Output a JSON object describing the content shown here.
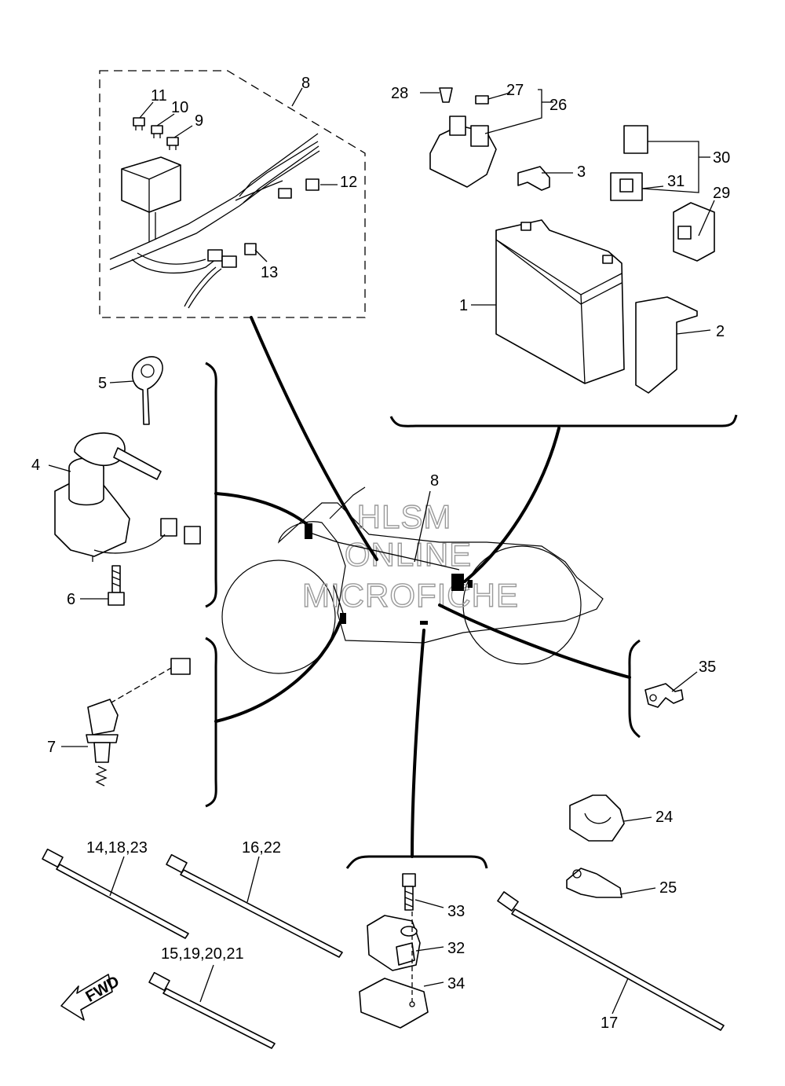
{
  "diagram": {
    "watermark": [
      "HLSM",
      "ONLINE",
      "MICROFICHE"
    ],
    "fwd_label": "FWD",
    "callouts": {
      "c1": "1",
      "c2": "2",
      "c3": "3",
      "c4": "4",
      "c5": "5",
      "c6": "6",
      "c7": "7",
      "c8_box": "8",
      "c8_bike": "8",
      "c9": "9",
      "c10": "10",
      "c11": "11",
      "c12": "12",
      "c13": "13",
      "c14": "14,18,23",
      "c15": "15,19,20,21",
      "c16": "16,22",
      "c17": "17",
      "c24": "24",
      "c25": "25",
      "c26": "26",
      "c27": "27",
      "c28": "28",
      "c29": "29",
      "c30": "30",
      "c31": "31",
      "c32": "32",
      "c33": "33",
      "c34": "34",
      "c35": "35"
    }
  }
}
